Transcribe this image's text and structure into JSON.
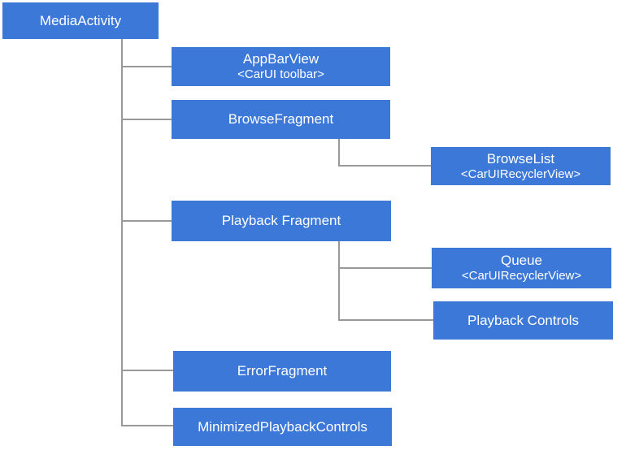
{
  "colors": {
    "background": "#FFFFFF",
    "node_fill": "#3C78D8",
    "node_text": "#FFFFFF",
    "connector": "#999999"
  },
  "nodes": {
    "media_activity": {
      "label": "MediaActivity"
    },
    "app_bar_view": {
      "label": "AppBarView",
      "sublabel": "<CarUI toolbar>"
    },
    "browse_fragment": {
      "label": "BrowseFragment"
    },
    "browse_list": {
      "label": "BrowseList",
      "sublabel": "<CarUIRecyclerView>"
    },
    "playback_fragment": {
      "label": "Playback Fragment"
    },
    "queue": {
      "label": "Queue",
      "sublabel": "<CarUIRecyclerView>"
    },
    "playback_controls": {
      "label": "Playback Controls"
    },
    "error_fragment": {
      "label": "ErrorFragment"
    },
    "minimized_playback_controls": {
      "label": "MinimizedPlaybackControls"
    }
  },
  "edges": [
    {
      "from": "MediaActivity",
      "to": "AppBarView"
    },
    {
      "from": "MediaActivity",
      "to": "BrowseFragment"
    },
    {
      "from": "BrowseFragment",
      "to": "BrowseList"
    },
    {
      "from": "MediaActivity",
      "to": "Playback Fragment"
    },
    {
      "from": "Playback Fragment",
      "to": "Queue"
    },
    {
      "from": "Playback Fragment",
      "to": "Playback Controls"
    },
    {
      "from": "MediaActivity",
      "to": "ErrorFragment"
    },
    {
      "from": "MediaActivity",
      "to": "MinimizedPlaybackControls"
    }
  ]
}
